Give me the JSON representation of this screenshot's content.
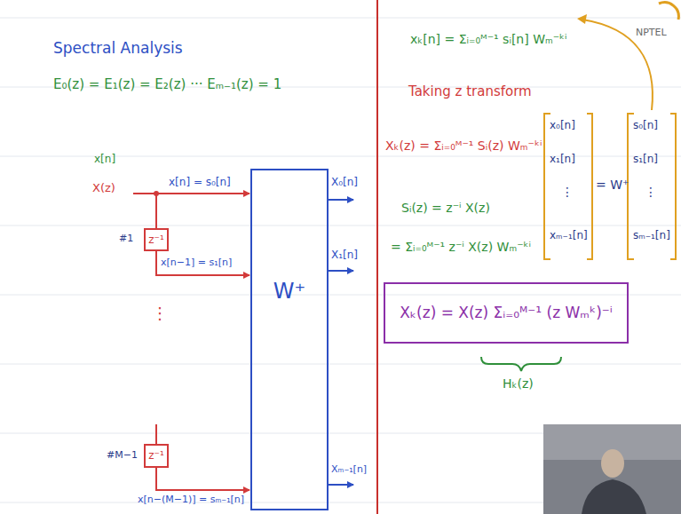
{
  "diagram": {
    "title": "Spectral Analysis",
    "nodes": [
      {
        "text": [
          "W⁺"
        ]
      },
      {
        "text": [
          "z⁻¹"
        ]
      },
      {
        "text": [
          "z⁻¹"
        ]
      },
      {
        "text": [
          "Xₖ(z) = X(z) Σᵢ₌₀ᴹ⁻¹ (z Wₘᵏ)⁻ⁱ"
        ]
      }
    ],
    "edges": [
      {
        "from": 1,
        "to": 0,
        "arrow": "to"
      },
      {
        "from": 2,
        "to": 0,
        "arrow": "to"
      }
    ],
    "labels": [
      "E₀(z) = E₁(z) = E₂(z) ··· Eₘ₋₁(z) = 1",
      "x[n]",
      "X(z)",
      "x[n] = s₀[n]",
      "#1",
      "x[n−1] = s₁[n]",
      "⋮",
      "#M−1",
      "x[n−(M−1)] = sₘ₋₁[n]",
      "X₀[n]",
      "X₁[n]",
      "Xₘ₋₁[n]",
      "xₖ[n] = Σᵢ₌₀ᴹ⁻¹ sᵢ[n] Wₘ⁻ᵏⁱ",
      "Taking z transform",
      "Xₖ(z) = Σᵢ₌₀ᴹ⁻¹ Sᵢ(z) Wₘ⁻ᵏⁱ",
      "x₀[n]",
      "x₁[n]",
      "⋮",
      "xₘ₋₁[n]",
      "= W⁺",
      "s₀[n]",
      "s₁[n]",
      "⋮",
      "sₘ₋₁[n]",
      "Sᵢ(z) = z⁻ⁱ X(z)",
      "= Σᵢ₌₀ᴹ⁻¹ z⁻ⁱ X(z) Wₘ⁻ᵏⁱ",
      "Hₖ(z)",
      "NPTEL"
    ]
  }
}
